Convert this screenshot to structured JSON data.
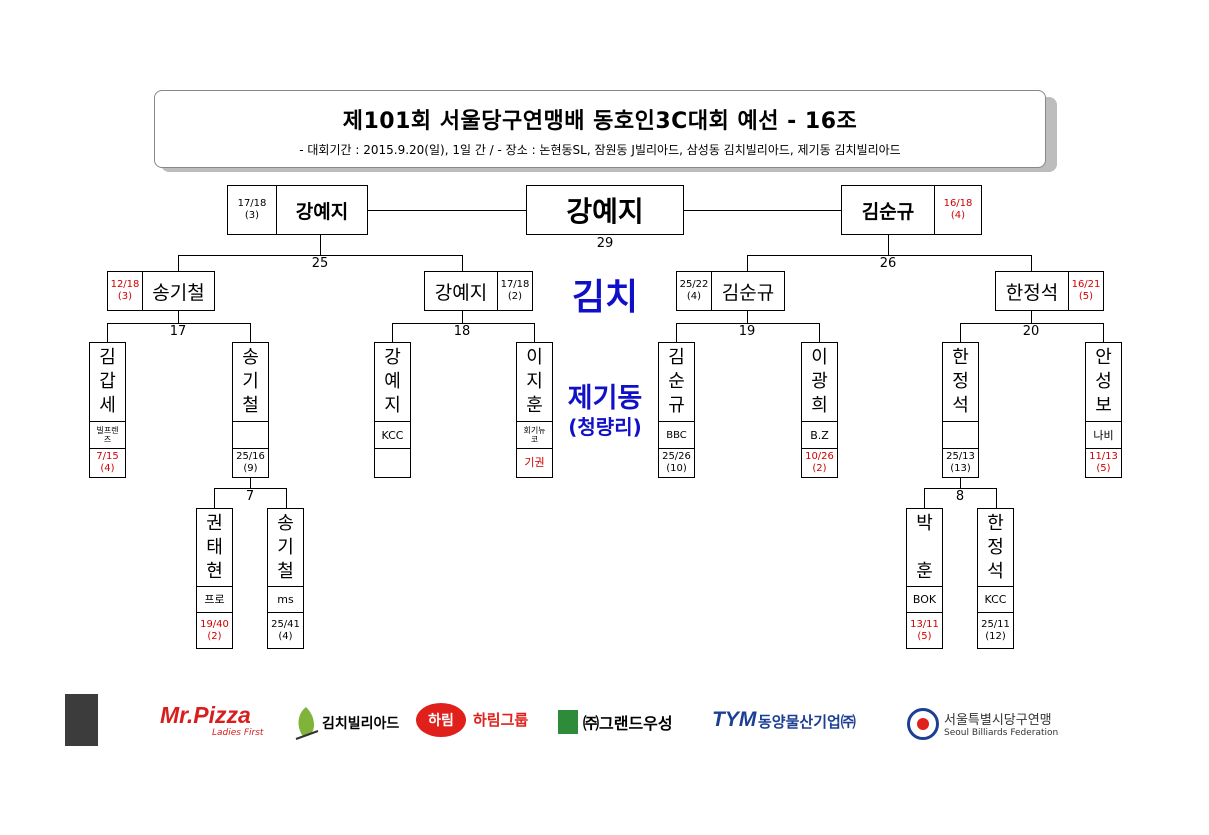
{
  "title": "제101회  서울당구연맹배  동호인3C대회  예선  -  16조",
  "subtitle": "-  대회기간 : 2015.9.20(일), 1일  간  / -  장소 : 논현동SL, 잠원동 J빌리아드, 삼성동  김치빌리아드,  제기동  김치빌리아드",
  "final": {
    "winner": "강예지",
    "match": "29"
  },
  "semis": {
    "left": {
      "name": "강예지",
      "score1": "17/18",
      "score2": "(3)",
      "match": "25"
    },
    "right": {
      "name": "김순규",
      "score1": "16/18",
      "score2": "(4)",
      "match": "26"
    }
  },
  "quarters": {
    "q1": {
      "name": "송기철",
      "score1": "12/18",
      "score2": "(3)",
      "match": "17"
    },
    "q2": {
      "name": "강예지",
      "score1": "17/18",
      "score2": "(2)",
      "match": "18"
    },
    "q3": {
      "name": "김순규",
      "score1": "25/22",
      "score2": "(4)",
      "match": "19"
    },
    "q4": {
      "name": "한정석",
      "score1": "16/21",
      "score2": "(5)",
      "match": "20"
    }
  },
  "players": {
    "p1": {
      "chars": [
        "김",
        "갑",
        "세"
      ],
      "club": "빌프렌즈",
      "score1": "7/15",
      "score2": "(4)"
    },
    "p2": {
      "chars": [
        "송",
        "기",
        "철"
      ],
      "club": "",
      "score1": "25/16",
      "score2": "(9)"
    },
    "p3": {
      "chars": [
        "강",
        "예",
        "지"
      ],
      "club": "KCC",
      "score1": "",
      "score2": ""
    },
    "p4": {
      "chars": [
        "이",
        "지",
        "훈"
      ],
      "club": "회기뉴코",
      "score1": "기권",
      "score2": ""
    },
    "p5": {
      "chars": [
        "김",
        "순",
        "규"
      ],
      "club": "BBC",
      "score1": "25/26",
      "score2": "(10)"
    },
    "p6": {
      "chars": [
        "이",
        "광",
        "희"
      ],
      "club": "B.Z",
      "score1": "10/26",
      "score2": "(2)"
    },
    "p7": {
      "chars": [
        "한",
        "정",
        "석"
      ],
      "club": "",
      "score1": "25/13",
      "score2": "(13)"
    },
    "p8": {
      "chars": [
        "안",
        "성",
        "보"
      ],
      "club": "나비",
      "score1": "11/13",
      "score2": "(5)"
    },
    "r1": {
      "chars": [
        "권",
        "태",
        "현"
      ],
      "club": "프로",
      "score1": "19/40",
      "score2": "(2)"
    },
    "r2": {
      "chars": [
        "송",
        "기",
        "철"
      ],
      "club": "ms",
      "score1": "25/41",
      "score2": "(4)"
    },
    "r3": {
      "chars": [
        "박",
        "",
        "훈"
      ],
      "club": "BOK",
      "score1": "13/11",
      "score2": "(5)"
    },
    "r4": {
      "chars": [
        "한",
        "정",
        "석"
      ],
      "club": "KCC",
      "score1": "25/11",
      "score2": "(12)"
    }
  },
  "round1_matches": {
    "m7": "7",
    "m8": "8"
  },
  "venue": {
    "brand": "김치",
    "location": "제기동",
    "detail": "(청량리)"
  },
  "sponsors": [
    "Mr.Pizza",
    "Ladies First",
    "김치빌리아드",
    "하림",
    "하림그룹",
    "㈜그랜드우성",
    "TYM",
    "동양물산기업㈜",
    "서울특별시당구연맹",
    "Seoul Billiards Federation"
  ],
  "colors": {
    "venue_blue": "#1010c8",
    "score_red": "#d00000",
    "pizza_red": "#d81e1e",
    "harim_red": "#e0201b",
    "tym_blue": "#1c3f94",
    "woosung_green": "#2e8b3a"
  }
}
